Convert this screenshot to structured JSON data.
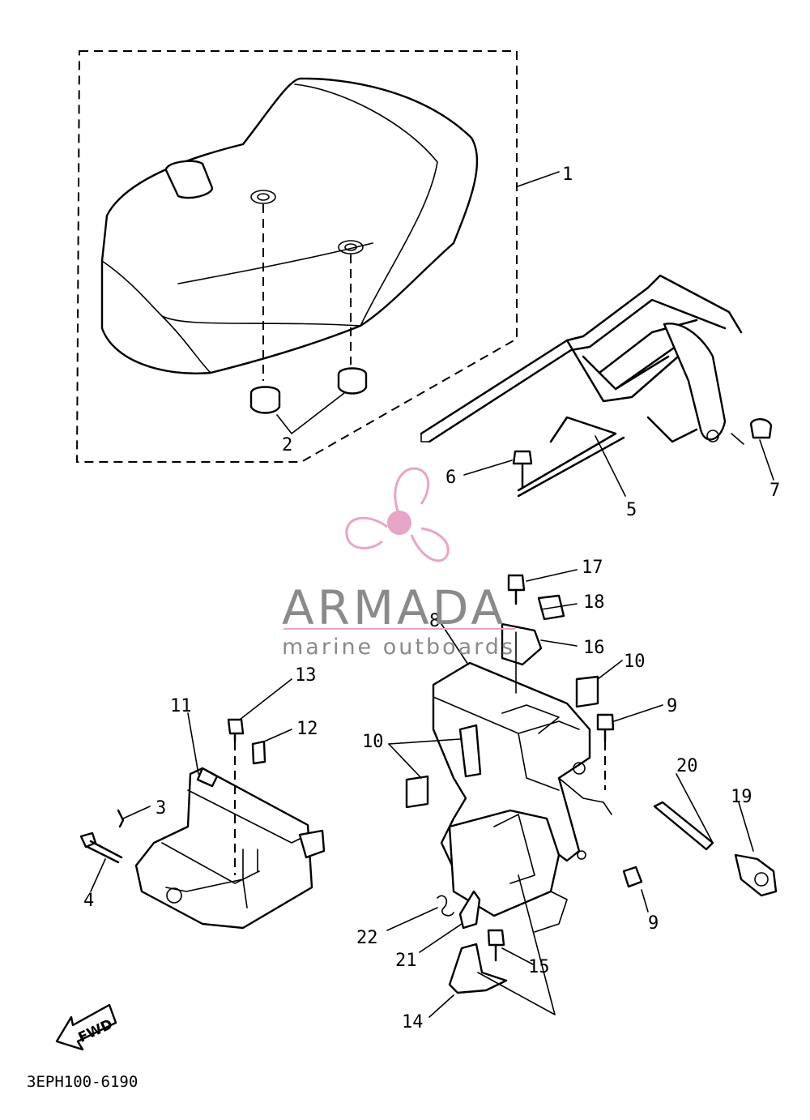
{
  "diagram": {
    "callouts": [
      {
        "id": "c1",
        "label": "1"
      },
      {
        "id": "c2",
        "label": "2"
      },
      {
        "id": "c3",
        "label": "3"
      },
      {
        "id": "c4",
        "label": "4"
      },
      {
        "id": "c5",
        "label": "5"
      },
      {
        "id": "c6",
        "label": "6"
      },
      {
        "id": "c7",
        "label": "7"
      },
      {
        "id": "c8",
        "label": "8"
      },
      {
        "id": "c9a",
        "label": "9"
      },
      {
        "id": "c9b",
        "label": "9"
      },
      {
        "id": "c10a",
        "label": "10"
      },
      {
        "id": "c10b",
        "label": "10"
      },
      {
        "id": "c11",
        "label": "11"
      },
      {
        "id": "c12",
        "label": "12"
      },
      {
        "id": "c13",
        "label": "13"
      },
      {
        "id": "c14",
        "label": "14"
      },
      {
        "id": "c15",
        "label": "15"
      },
      {
        "id": "c16",
        "label": "16"
      },
      {
        "id": "c17",
        "label": "17"
      },
      {
        "id": "c18",
        "label": "18"
      },
      {
        "id": "c19",
        "label": "19"
      },
      {
        "id": "c20",
        "label": "20"
      },
      {
        "id": "c21",
        "label": "21"
      },
      {
        "id": "c22",
        "label": "22"
      }
    ],
    "fwd_label": "FWD",
    "doc_code": "3EPH100-6190"
  },
  "watermark": {
    "title": "ARMADA",
    "subtitle": "marine outboards",
    "title_color": "#8a8a8a",
    "accent_color": "#e8a5c8"
  }
}
